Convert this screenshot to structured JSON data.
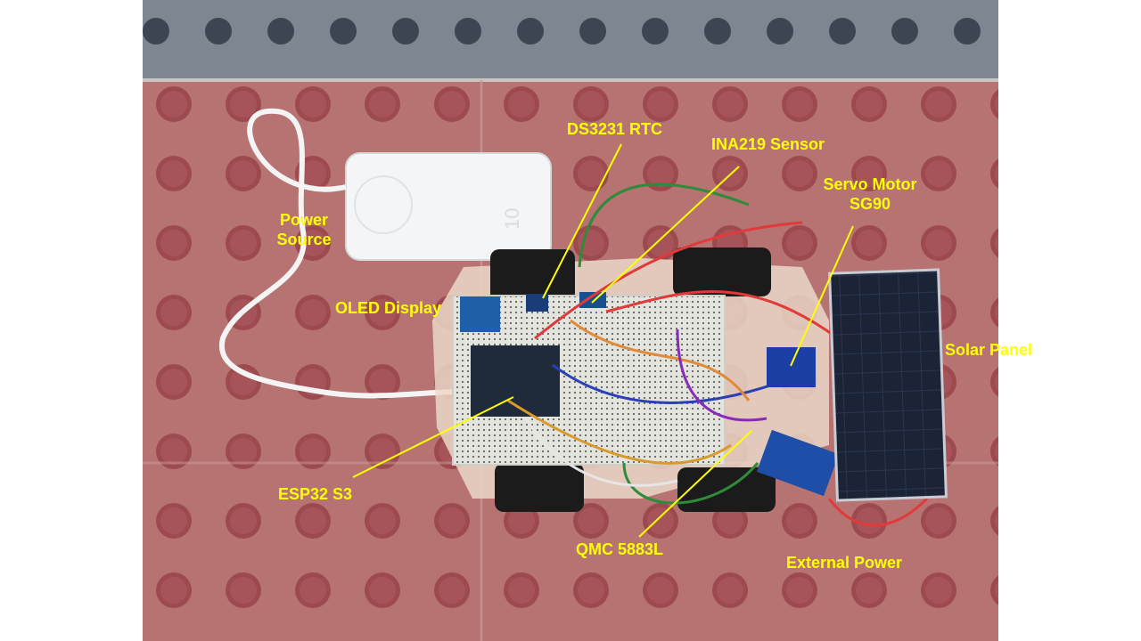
{
  "figure": {
    "labels": {
      "ds3231": "DS3231 RTC",
      "ina219": "INA219 Sensor",
      "servo_line1": "Servo Motor",
      "servo_line2": "SG90",
      "power_line1": "Power",
      "power_line2": "Source",
      "oled": "OLED Display",
      "solar": "Solar Panel",
      "esp32": "ESP32 S3",
      "qmc": "QMC 5883L",
      "external": "External Power"
    },
    "colors": {
      "label_text": "#ffff00",
      "leader_line": "#ffff00",
      "pavement": "#b26a6a",
      "tile_stripe": "#6f7a83",
      "breadboard": "#e7e7e2",
      "solar_panel": "#1c2438",
      "power_bank": "#f3f5f6"
    }
  }
}
